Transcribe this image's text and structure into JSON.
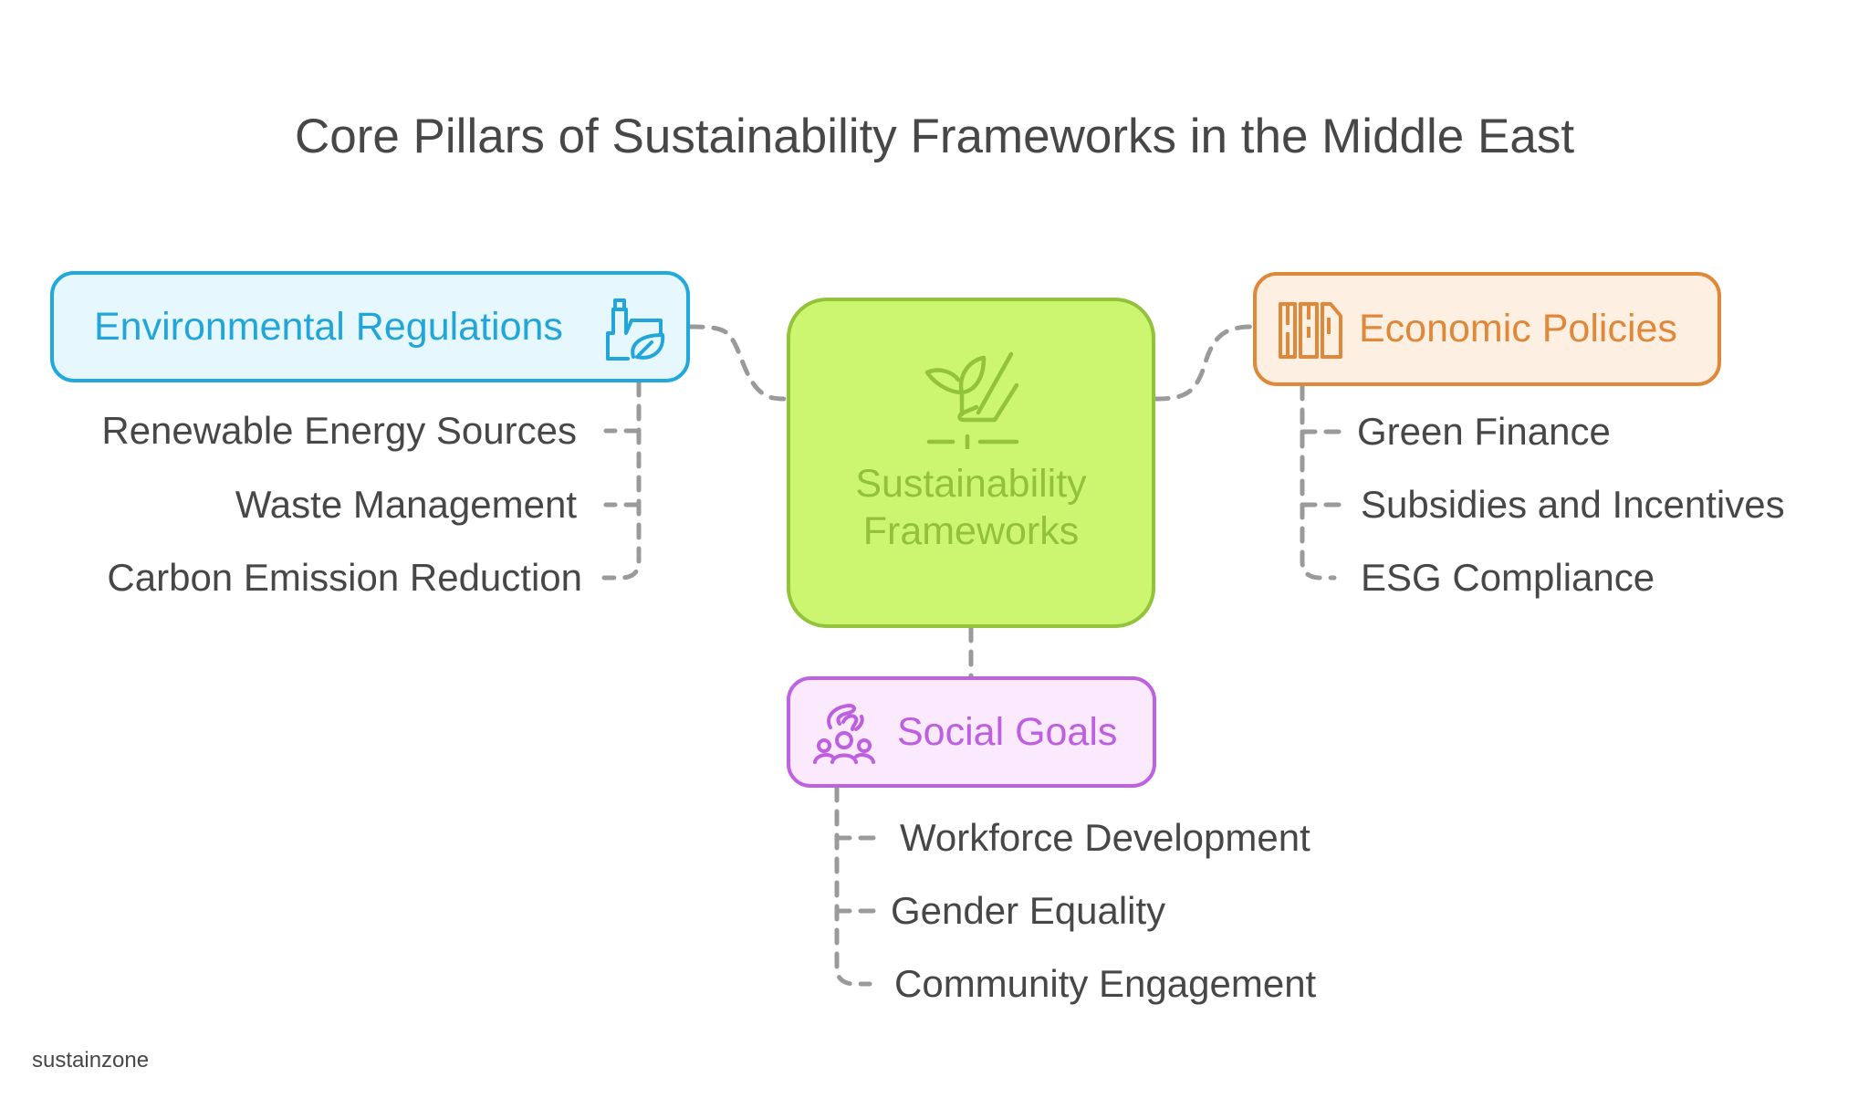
{
  "title": "Core Pillars of Sustainability Frameworks in the Middle East",
  "center": {
    "line1": "Sustainability",
    "line2": "Frameworks",
    "icon": "plant-in-hand-icon",
    "colors": {
      "fill": "#ccf66f",
      "border": "#93c23b",
      "text": "#92c13c"
    }
  },
  "pillars": {
    "environmental": {
      "label": "Environmental Regulations",
      "icon": "factory-leaf-icon",
      "colors": {
        "fill": "#e6f7fd",
        "border": "#22a9dc",
        "text": "#22a6d9"
      },
      "items": [
        "Renewable Energy Sources",
        "Waste Management",
        "Carbon Emission Reduction"
      ]
    },
    "economic": {
      "label": "Economic Policies",
      "icon": "bookshelf-icon",
      "colors": {
        "fill": "#fdefe2",
        "border": "#e0883a",
        "text": "#e0883a"
      },
      "items": [
        "Green Finance",
        "Subsidies and Incentives",
        "ESG Compliance"
      ]
    },
    "social": {
      "label": "Social Goals",
      "icon": "community-hand-icon",
      "colors": {
        "fill": "#fbeafd",
        "border": "#bf62e2",
        "text": "#bd5fe0"
      },
      "items": [
        "Workforce Development",
        "Gender Equality",
        "Community Engagement"
      ]
    }
  },
  "connector_color": "#9a9a9a",
  "footer": "sustainzone"
}
